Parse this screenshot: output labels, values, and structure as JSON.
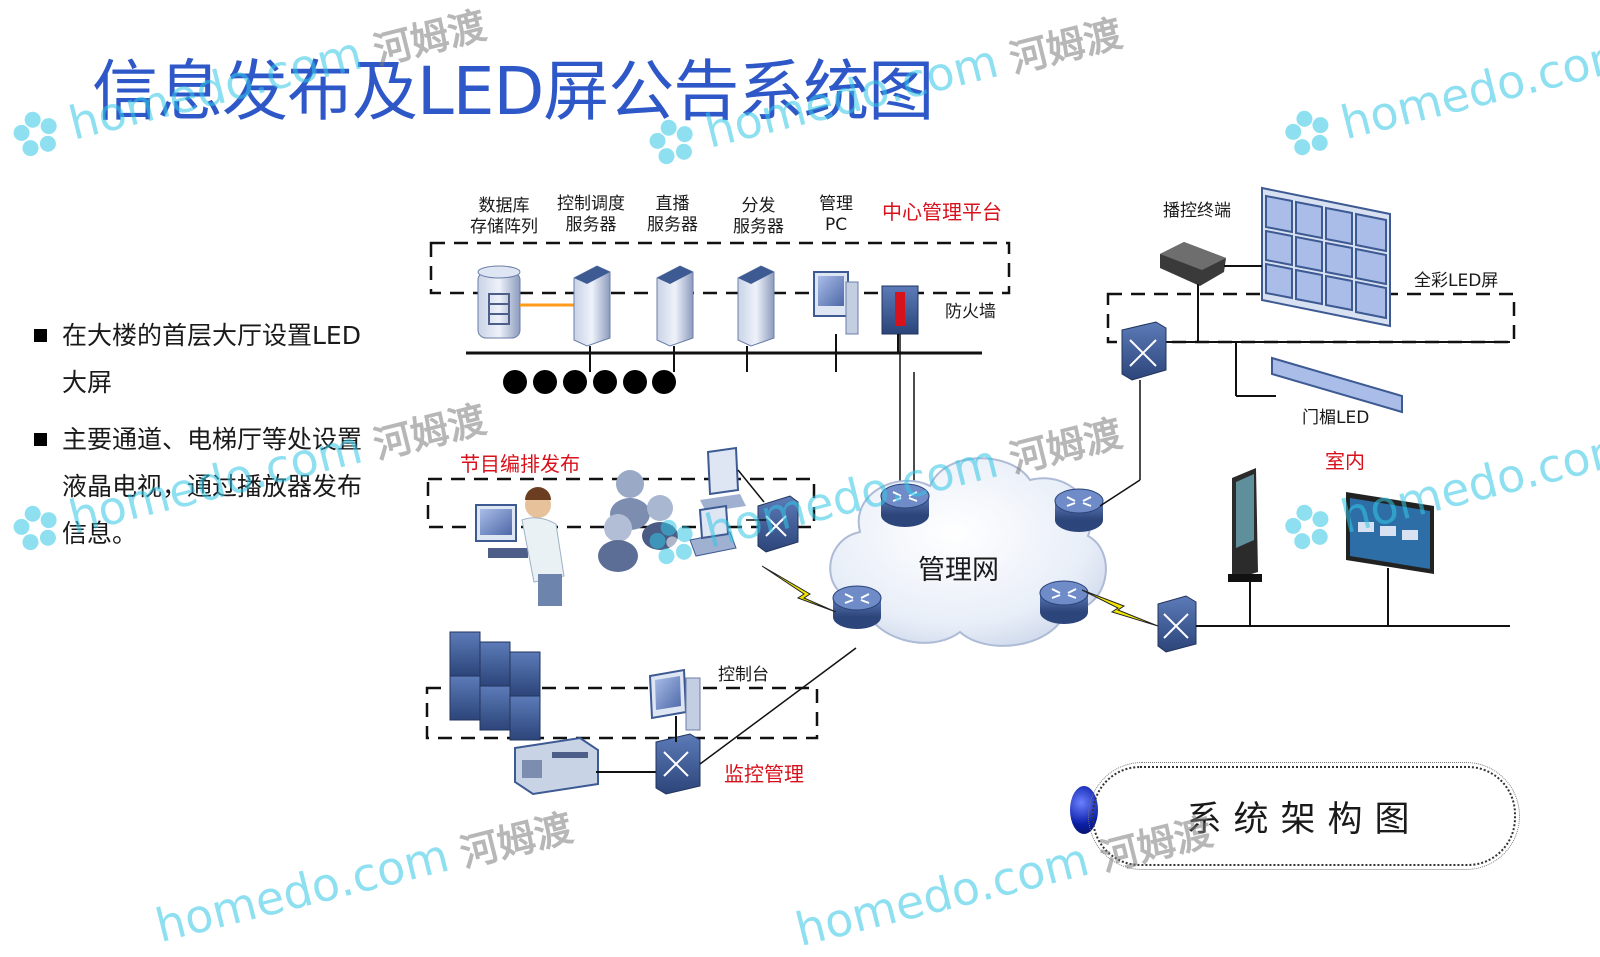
{
  "page": {
    "title": "信息发布及LED屏公告系统图"
  },
  "bullets": [
    "在大楼的首层大厅设置LED大屏",
    "主要通道、电梯厅等处设置液晶电视，通过播放器发布信息。"
  ],
  "diagram": {
    "labels": {
      "db_array": "数据库\n存储阵列",
      "control_server": "控制调度\n服务器",
      "live_server": "直播\n服务器",
      "dist_server": "分发\n服务器",
      "mgmt_pc": "管理\nPC",
      "center_platform": "中心管理平台",
      "firewall": "防火墙",
      "program_publish": "节目编排发布",
      "console": "控制台",
      "monitor_mgmt": "监控管理",
      "mgmt_network": "管理网",
      "player_terminal": "播控终端",
      "full_color_led": "全彩LED屏",
      "door_led": "门楣LED",
      "indoor": "室内"
    },
    "colors": {
      "title": "#2e57c8",
      "red_label": "#d8121c",
      "device_blue": "#3a5a96",
      "lightning": "#f2e600"
    }
  },
  "architecture_badge": "系统架构图",
  "watermark": {
    "site": "homedo.com",
    "brand": "河姆渡"
  }
}
